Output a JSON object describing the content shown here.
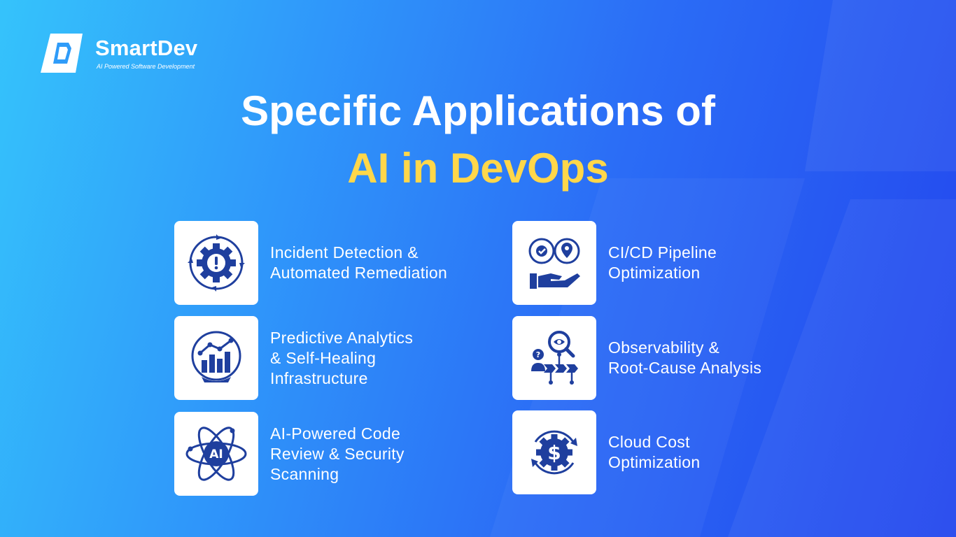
{
  "brand": {
    "name": "SmartDev",
    "tagline": "AI Powered Software Development"
  },
  "heading": {
    "line1": "Specific Applications of",
    "line2": "AI in DevOps"
  },
  "colors": {
    "background_start": "#35c3fb",
    "background_end": "#2346ee",
    "accent": "#ffd74a",
    "icon": "#1f3f9e"
  },
  "items": [
    {
      "label": "Incident Detection &\nAutomated Remediation",
      "icon": "gear-alert-icon"
    },
    {
      "label": "CI/CD Pipeline\nOptimization",
      "icon": "hand-pipeline-icon"
    },
    {
      "label": "Predictive Analytics\n& Self-Healing\nInfrastructure",
      "icon": "chart-globe-icon"
    },
    {
      "label": "Observability &\nRoot-Cause Analysis",
      "icon": "magnifier-flow-icon"
    },
    {
      "label": "AI-Powered Code\nReview & Security\nScanning",
      "icon": "ai-atom-icon"
    },
    {
      "label": "Cloud Cost\nOptimization",
      "icon": "dollar-gear-icon"
    }
  ]
}
